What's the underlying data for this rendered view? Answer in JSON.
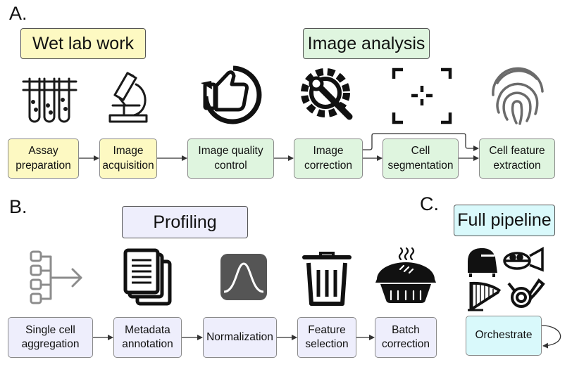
{
  "sections": {
    "a": {
      "letter": "A.",
      "headers": {
        "wetlab": "Wet lab work",
        "image": "Image analysis"
      }
    },
    "b": {
      "letter": "B.",
      "headers": {
        "profiling": "Profiling"
      }
    },
    "c": {
      "letter": "C.",
      "headers": {
        "pipeline": "Full pipeline"
      }
    }
  },
  "steps_a": [
    {
      "label": "Assay\npreparation",
      "color": "#fdf9c2"
    },
    {
      "label": "Image\nacquisition",
      "color": "#fdf9c2"
    },
    {
      "label": "Image quality\ncontrol",
      "color": "#dff5df"
    },
    {
      "label": "Image\ncorrection",
      "color": "#dff5df"
    },
    {
      "label": "Cell\nsegmentation",
      "color": "#dff5df"
    },
    {
      "label": "Cell feature\nextraction",
      "color": "#dff5df"
    }
  ],
  "steps_b": [
    {
      "label": "Single cell\naggregation",
      "color": "#eeeefc"
    },
    {
      "label": "Metadata\nannotation",
      "color": "#eeeefc"
    },
    {
      "label": "Normalization",
      "color": "#eeeefc"
    },
    {
      "label": "Feature\nselection",
      "color": "#eeeefc"
    },
    {
      "label": "Batch\ncorrection",
      "color": "#eeeefc"
    }
  ],
  "step_c": {
    "label": "Orchestrate",
    "color": "#d9f9fb"
  },
  "icons": {
    "a": [
      "test-tubes-icon",
      "microscope-icon",
      "thumbs-up-cycle-icon",
      "gear-wrench-icon",
      "focus-crosshair-icon",
      "fingerprint-icon"
    ],
    "b": [
      "aggregate-tree-icon",
      "documents-icon",
      "bell-curve-icon",
      "trash-can-icon",
      "pie-icon"
    ],
    "c": [
      "piano-icon",
      "tuba-icon",
      "harp-icon",
      "french-horn-icon"
    ]
  }
}
